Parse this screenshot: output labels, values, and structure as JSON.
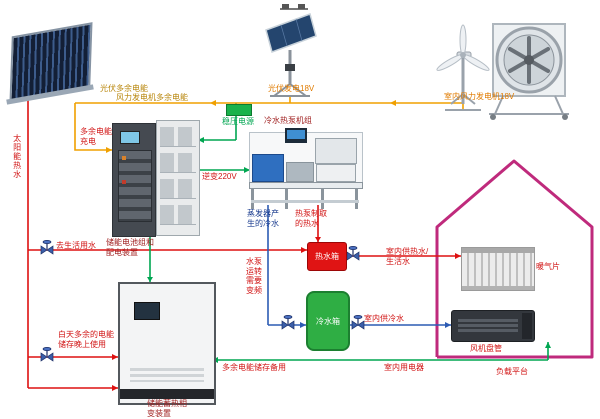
{
  "labels": {
    "solar_hot_water": "太阳能热水",
    "pv_surplus": "光伏多余电能",
    "wind_surplus": "风力发电机多余电能",
    "pv_generation": "光伏发电18V",
    "wind_generation": "室内风力发电机18V",
    "voltage_regulator": "稳压电源",
    "surplus_charge": "多余电能充电",
    "battery_cabinet": "储能电池组和配电装置",
    "heat_pump_unit": "冷水热泵机组",
    "inverter_220v": "逆变220V",
    "evaporator_cold_water": "蒸发器产生的冷水",
    "heat_pump_hot_water": "热泵制取的热水",
    "hot_water_tank": "热水箱",
    "cold_water_tank": "冷水箱",
    "to_domestic_water": "去生活用水",
    "pump_vfd_note": "水泵运转需要变频",
    "day_surplus_storage": "白天多余的电能储存晚上使用",
    "pcm_cabinet": "储能蓄热相变装置",
    "surplus_note": "多余电能储存备用",
    "indoor_hot_water": "室内供热水/生活水",
    "radiator": "暖气片",
    "indoor_cold_water": "室内供冷水",
    "fan_coil": "风机盘管",
    "indoor_appliances": "室内用电器",
    "load_platform": "负载平台"
  },
  "colors": {
    "hot_water_line": "#dd1111",
    "cold_water_line": "#2c5bb4",
    "power_line": "#00a651",
    "dc_bus_line": "#f0a000",
    "house_outline": "#bf2a7c",
    "label_red": "#d11414",
    "label_orange": "#e07b00",
    "label_green": "#00a651"
  }
}
